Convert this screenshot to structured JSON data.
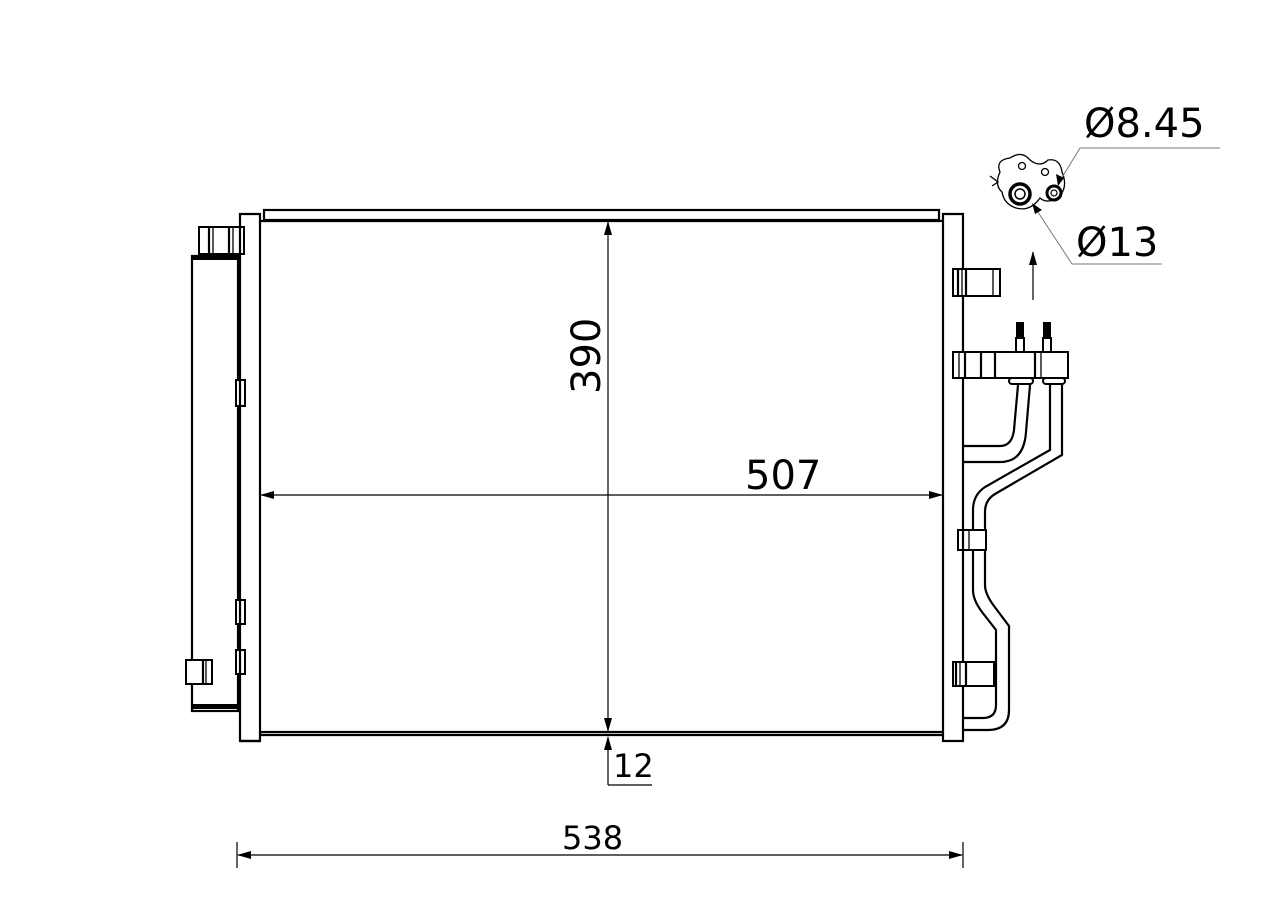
{
  "drawing": {
    "subject": "A/C condenser technical drawing",
    "line_color": "#000000",
    "leader_color": "#777777",
    "background": "#ffffff"
  },
  "dimensions": {
    "core_height": "390",
    "core_width": "507",
    "overall_width": "538",
    "core_depth": "12",
    "port_diameter_small": "Ø8.45",
    "port_diameter_large": "Ø13"
  }
}
